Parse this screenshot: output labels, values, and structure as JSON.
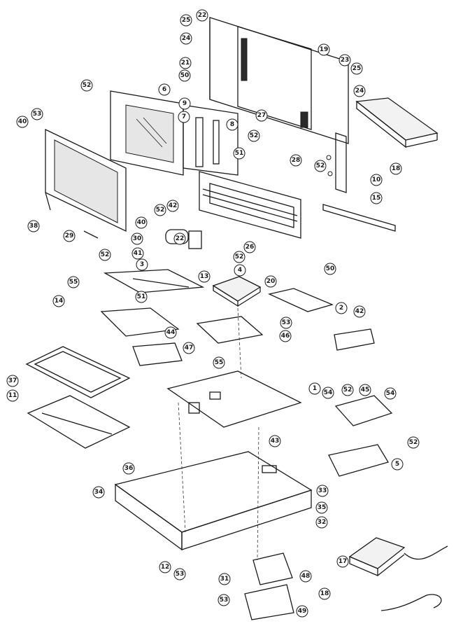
{
  "callouts": [
    "22",
    "25",
    "24",
    "19",
    "23",
    "25",
    "24",
    "21",
    "50",
    "9",
    "6",
    "7",
    "8",
    "52",
    "53",
    "40",
    "27",
    "52",
    "51",
    "28",
    "18",
    "10",
    "52",
    "15",
    "38",
    "42",
    "52",
    "40",
    "29",
    "30",
    "22",
    "52",
    "26",
    "50",
    "41",
    "3",
    "13",
    "20",
    "52",
    "55",
    "14",
    "51",
    "4",
    "2",
    "42",
    "44",
    "47",
    "53",
    "46",
    "55",
    "37",
    "11",
    "1",
    "54",
    "52",
    "45",
    "54",
    "52",
    "5",
    "43",
    "36",
    "34",
    "33",
    "35",
    "32",
    "12",
    "53",
    "31",
    "17",
    "48",
    "18",
    "53",
    "49"
  ]
}
